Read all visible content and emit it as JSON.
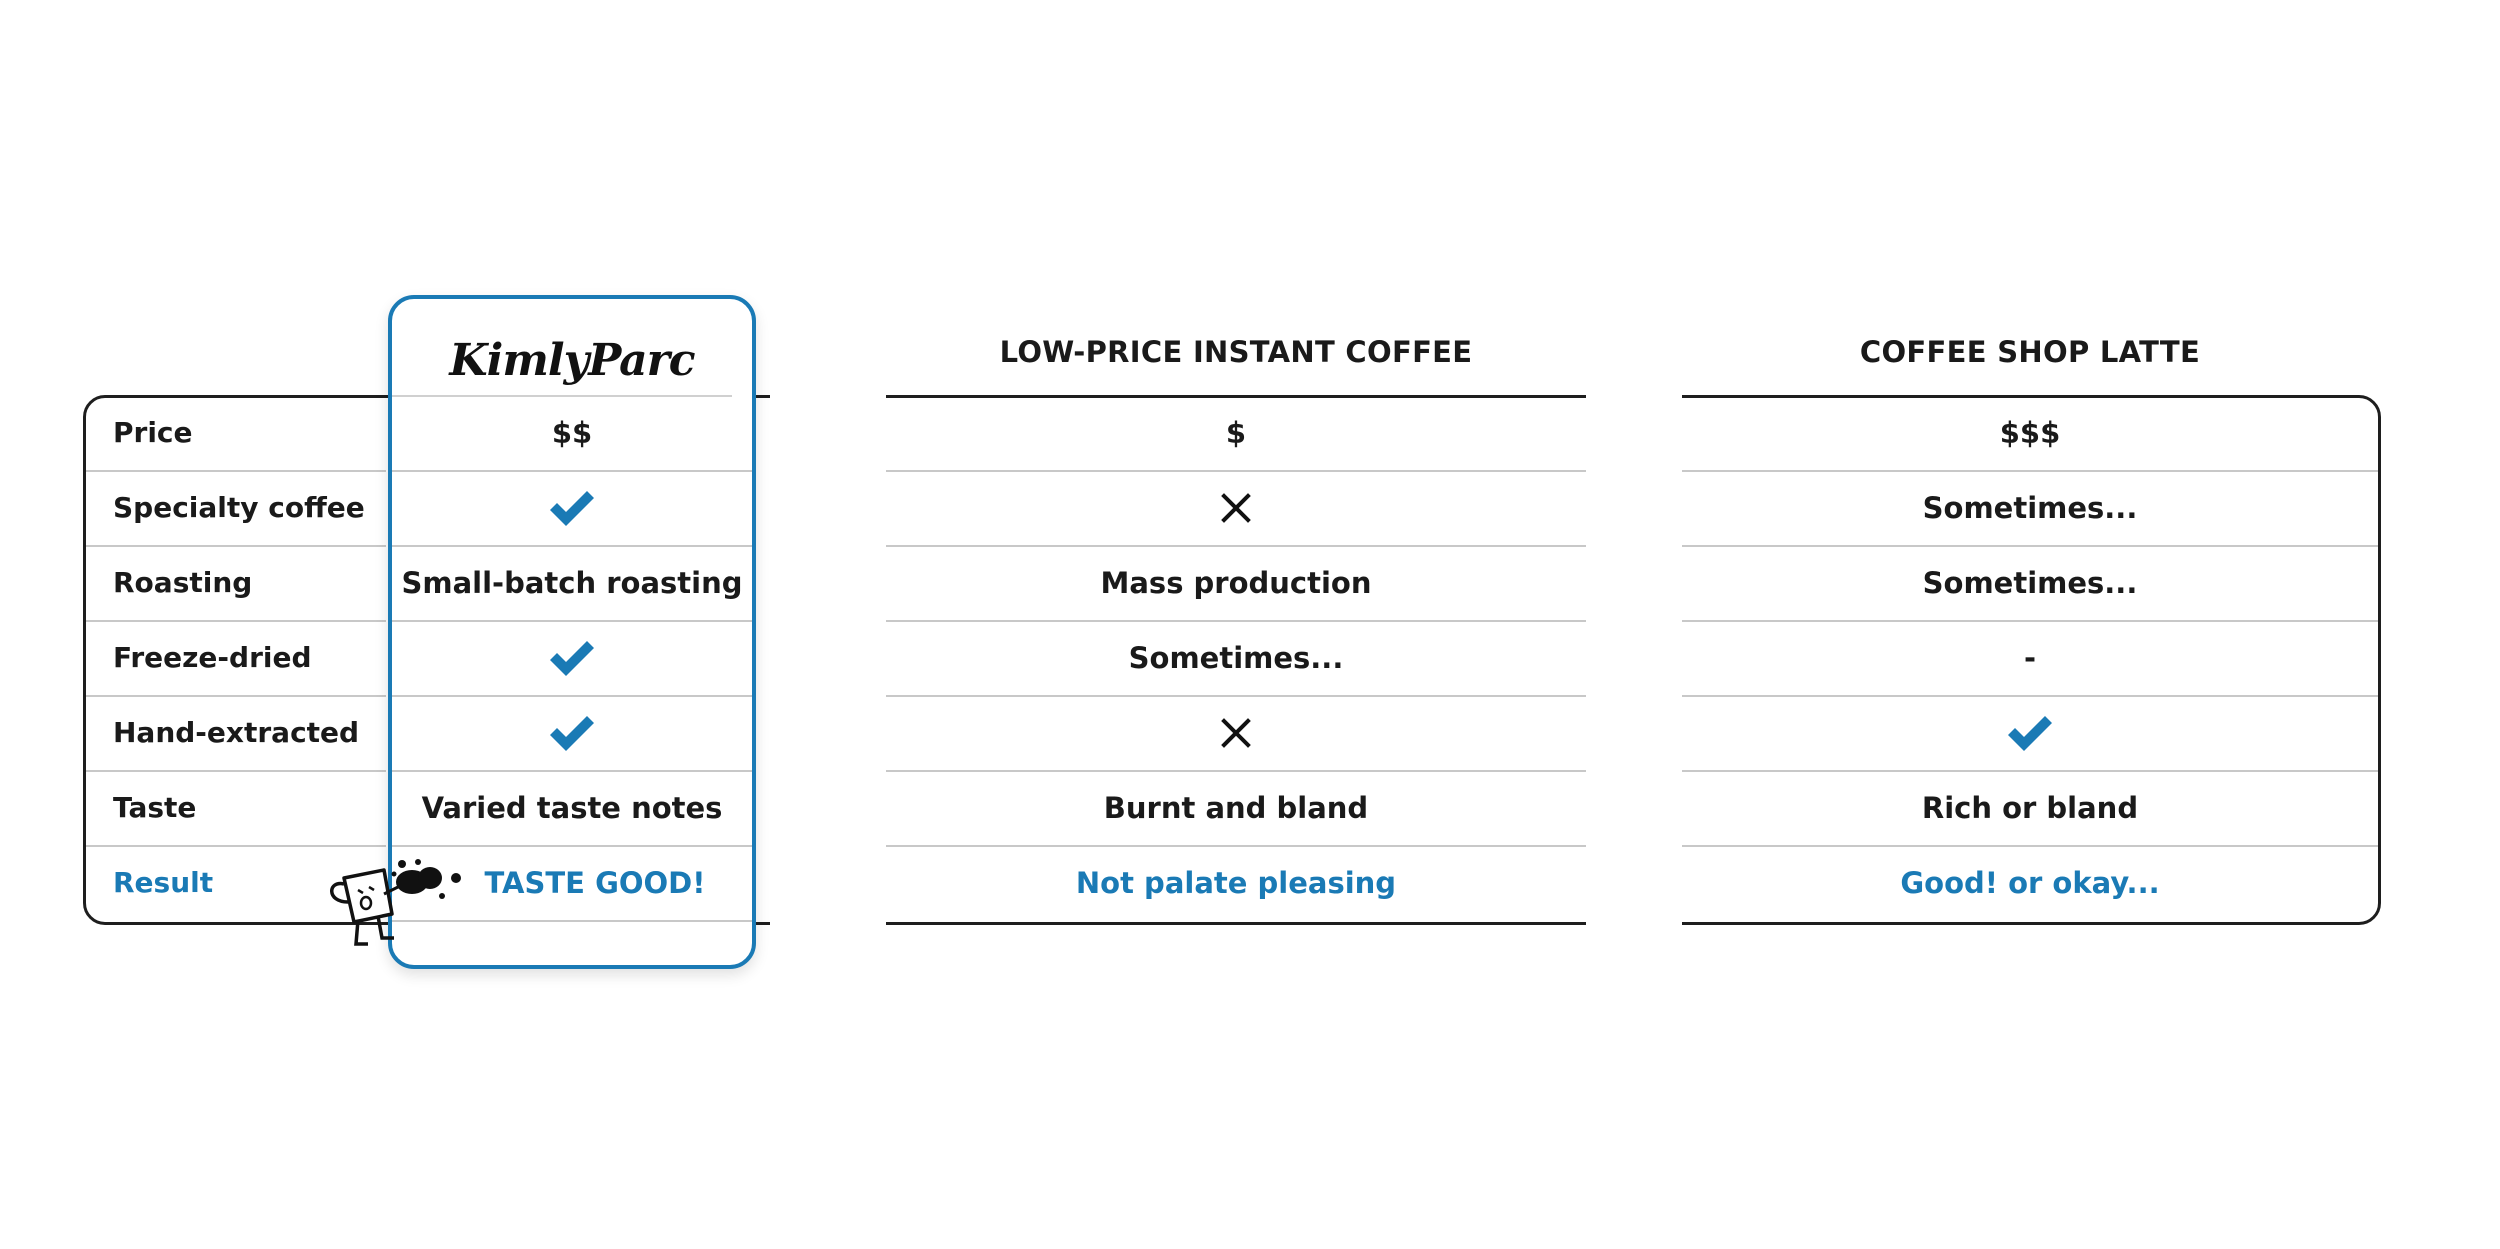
{
  "brand": {
    "name": "KimlyParc",
    "accent_color": "#1a7ab5"
  },
  "columns": [
    {
      "title": "LOW-PRICE INSTANT COFFEE"
    },
    {
      "title": "COFFEE SHOP LATTE"
    }
  ],
  "rows": [
    {
      "label": "Price",
      "brand": "$$",
      "instant": "$",
      "latte": "$$$"
    },
    {
      "label": "Specialty coffee",
      "brand": "check-icon",
      "instant": "cross-icon",
      "latte": "Sometimes..."
    },
    {
      "label": "Roasting",
      "brand": "Small-batch roasting",
      "instant": "Mass production",
      "latte": "Sometimes..."
    },
    {
      "label": "Freeze-dried",
      "brand": "check-icon",
      "instant": "Sometimes...",
      "latte": "-"
    },
    {
      "label": "Hand-extracted",
      "brand": "check-icon",
      "instant": "cross-icon",
      "latte": "check-icon"
    },
    {
      "label": "Taste",
      "brand": "Varied taste notes",
      "instant": "Burnt and bland",
      "latte": "Rich or bland"
    },
    {
      "label": "Result",
      "brand": "TASTE GOOD!",
      "instant": "Not palate pleasing",
      "latte": "Good! or okay..."
    }
  ],
  "mascot": "coffee-cup-mascot-icon"
}
